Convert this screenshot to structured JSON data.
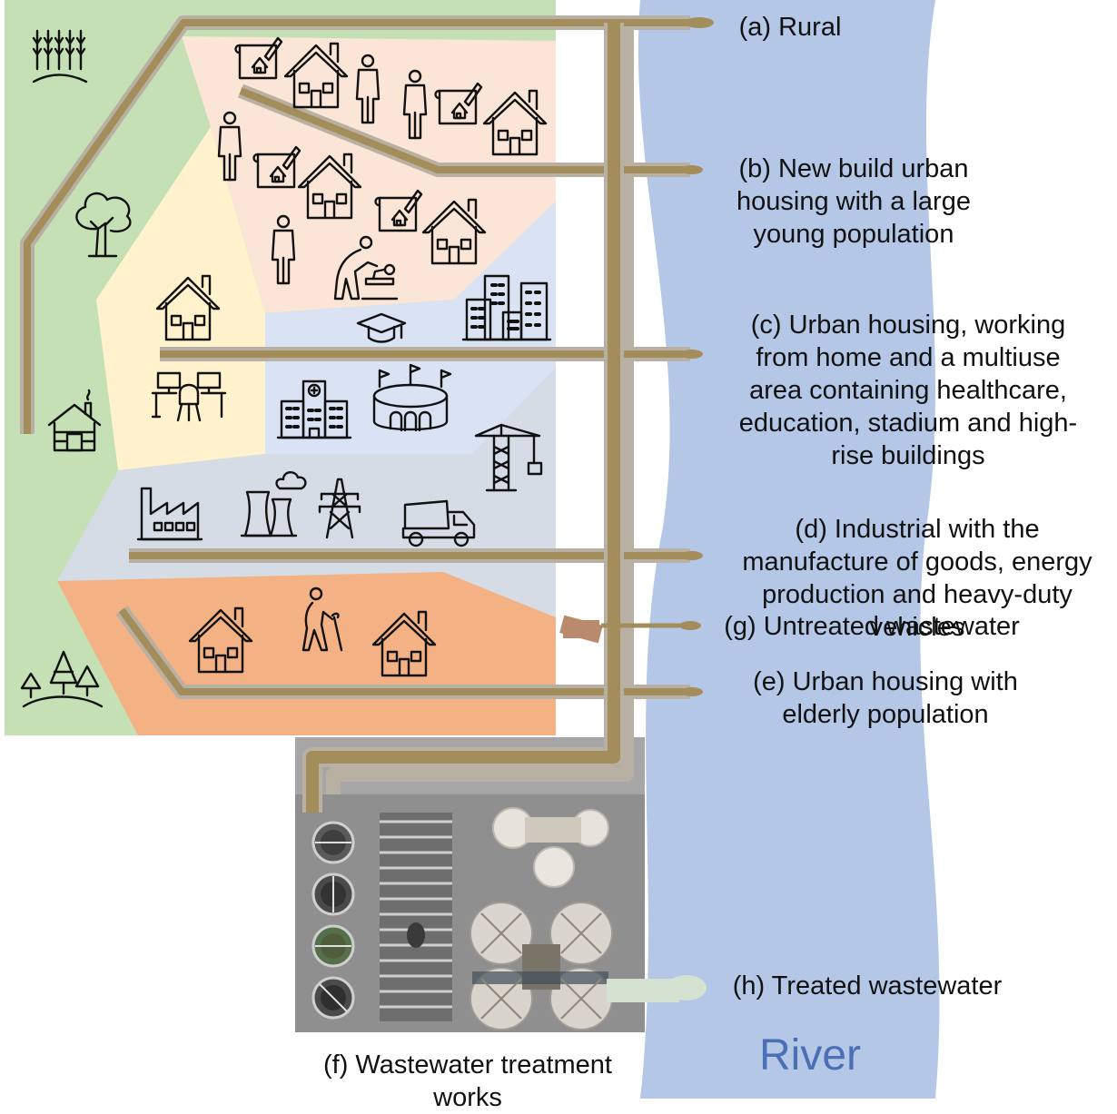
{
  "labels": {
    "a": "(a) Rural",
    "b": [
      "(b) New build urban",
      "housing with a large",
      "young population"
    ],
    "c": [
      "(c) Urban housing, working",
      "from home and a multiuse",
      "area containing healthcare,",
      "education, stadium and high-",
      "rise buildings"
    ],
    "d": [
      "(d) Industrial with the",
      "manufacture of goods, energy",
      "production and heavy-duty",
      "vehicles"
    ],
    "e": [
      "(e) Urban housing with",
      "elderly population"
    ],
    "f": [
      "(f) Wastewater treatment",
      "works"
    ],
    "g": "(g) Untreated wastewater",
    "h": "(h) Treated wastewater"
  },
  "river_label": "River",
  "colors": {
    "rural": "#c5e0b4",
    "young_housing": "#fbe5d6",
    "wfh_housing": "#fff2cc",
    "multiuse": "#dae3f3",
    "industrial": "#d6dce5",
    "elderly": "#f4b183",
    "river": "#b4c7e7",
    "sewer": "#a38d5a",
    "sewer_outline": "#b7b0a3",
    "wwtw_bg": "#a6a6a6",
    "treated": "#d5e2d2"
  },
  "icons": [
    "wheat-icon",
    "tree-icon",
    "log-cabin-icon",
    "forest-icon",
    "house-icon",
    "house-plan-icon",
    "person-icon",
    "caregiver-baby-icon",
    "desk-computer-icon",
    "graduation-cap-icon",
    "office-buildings-icon",
    "hospital-icon",
    "stadium-icon",
    "crane-icon",
    "factory-icon",
    "power-plant-icon",
    "pylon-icon",
    "dump-truck-icon",
    "elderly-person-icon"
  ]
}
